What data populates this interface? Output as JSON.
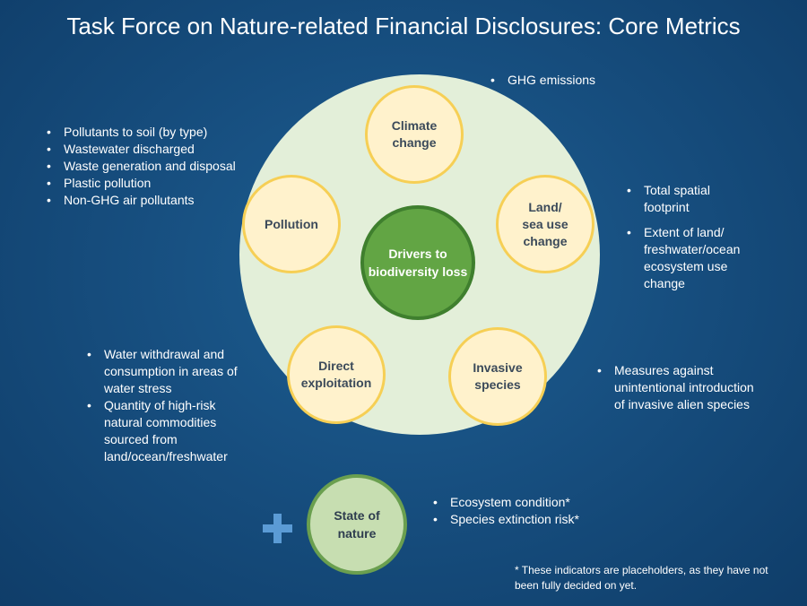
{
  "title": "Task Force on Nature-related Financial Disclosures: Core Metrics",
  "center": "Drivers to\nbiodiversity loss",
  "nodes": {
    "climate": "Climate\nchange",
    "land": "Land/\nsea use\nchange",
    "invasive": "Invasive\nspecies",
    "direct": "Direct\nexploitation",
    "pollution": "Pollution"
  },
  "state_of_nature": "State of\nnature",
  "lists": {
    "climate": [
      "GHG emissions"
    ],
    "pollution": [
      "Pollutants to soil (by type)",
      "Wastewater discharged",
      "Waste generation and disposal",
      "Plastic pollution",
      "Non-GHG air pollutants"
    ],
    "land": [
      "Total spatial footprint",
      "Extent of land/ freshwater/ocean ecosystem use change"
    ],
    "invasive": [
      "Measures against unintentional introduction of invasive alien species"
    ],
    "direct": [
      "Water withdrawal and consumption in areas of water stress",
      "Quantity of high-risk natural commodities sourced from land/ocean/freshwater"
    ],
    "state": [
      "Ecosystem condition*",
      "Species extinction risk*"
    ]
  },
  "footnote": "* These indicators are placeholders, as they have not been fully decided on yet.",
  "colors": {
    "background": "#174f80",
    "big_circle": "#e3efd9",
    "driver_fill": "#fff2cc",
    "driver_border": "#f6cf55",
    "center_fill": "#62a544",
    "state_fill": "#c7deb1",
    "plus": "#5b9bd5"
  }
}
